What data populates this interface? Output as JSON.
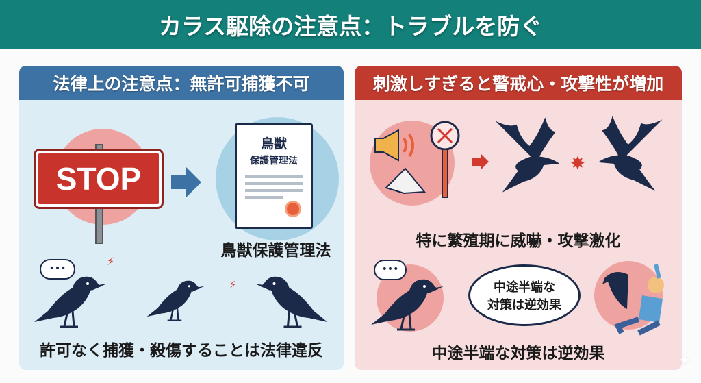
{
  "title": "カラス駆除の注意点：トラブルを防ぐ",
  "left_panel": {
    "heading": "法律上の注意点：無許可捕獲不可",
    "stop_sign": "STOP",
    "document_title_line1": "鳥獣",
    "document_title_line2": "保護管理法",
    "law_caption": "鳥獣保護管理法",
    "bottom_caption": "許可なく捕獲・殺傷することは法律違反",
    "icons": [
      "stop-sign-icon",
      "arrow-right-icon",
      "law-document-icon",
      "crow-icon",
      "speech-bubble-icon"
    ]
  },
  "right_panel": {
    "heading": "刺激しすぎると警戒心・攻撃性が増加",
    "middle_caption": "特に繁殖期に威嚇・攻撃激化",
    "bubble_line1": "中途半端な",
    "bubble_line2": "対策は逆効果",
    "bottom_caption": "中途半端な対策は逆効果",
    "icons": [
      "megaphone-icon",
      "magnifier-icon",
      "arrow-right-icon",
      "crow-icon",
      "attacked-person-icon"
    ]
  },
  "colors": {
    "title_bar": "#13807a",
    "left_header": "#3d72a4",
    "right_header": "#c13a2e",
    "stop_red": "#c8332c",
    "crow": "#1c2a4a"
  }
}
